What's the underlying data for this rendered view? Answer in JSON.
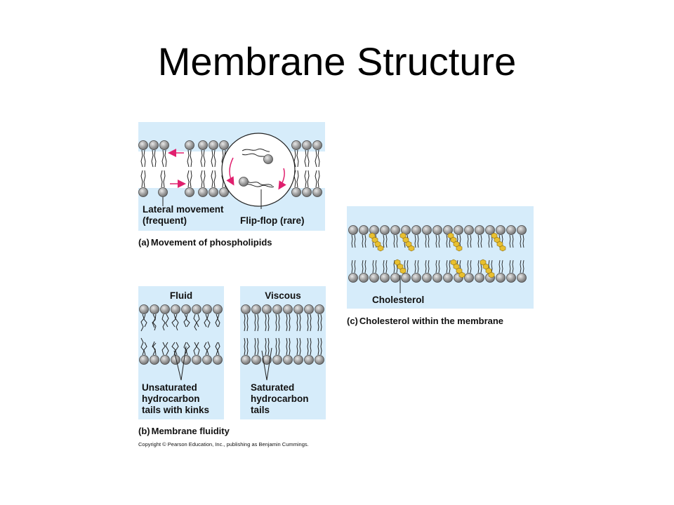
{
  "slide_title": "Membrane Structure",
  "panel_a": {
    "label_lateral_1": "Lateral movement",
    "label_lateral_2": "(frequent)",
    "label_flipflop": "Flip-flop (rare)",
    "caption_letter": "(a)",
    "caption_text": "Movement of phospholipids"
  },
  "panel_b": {
    "fluid_heading": "Fluid",
    "viscous_heading": "Viscous",
    "unsat_1": "Unsaturated",
    "unsat_2": "hydrocarbon",
    "unsat_3": "tails with kinks",
    "sat_1": "Saturated",
    "sat_2": "hydrocarbon",
    "sat_3": "tails",
    "caption_letter": "(b)",
    "caption_text": "Membrane fluidity"
  },
  "panel_c": {
    "label_cholesterol": "Cholesterol",
    "caption_letter": "(c)",
    "caption_text": "Cholesterol within the membrane"
  },
  "copyright": "Copyright © Pearson Education, Inc., publishing as Benjamin Cummings.",
  "colors": {
    "panel_bg": "#d6ecfa",
    "head_fill": "#9a9a9a",
    "arrow": "#e0206e",
    "cholesterol": "#e8c030"
  }
}
